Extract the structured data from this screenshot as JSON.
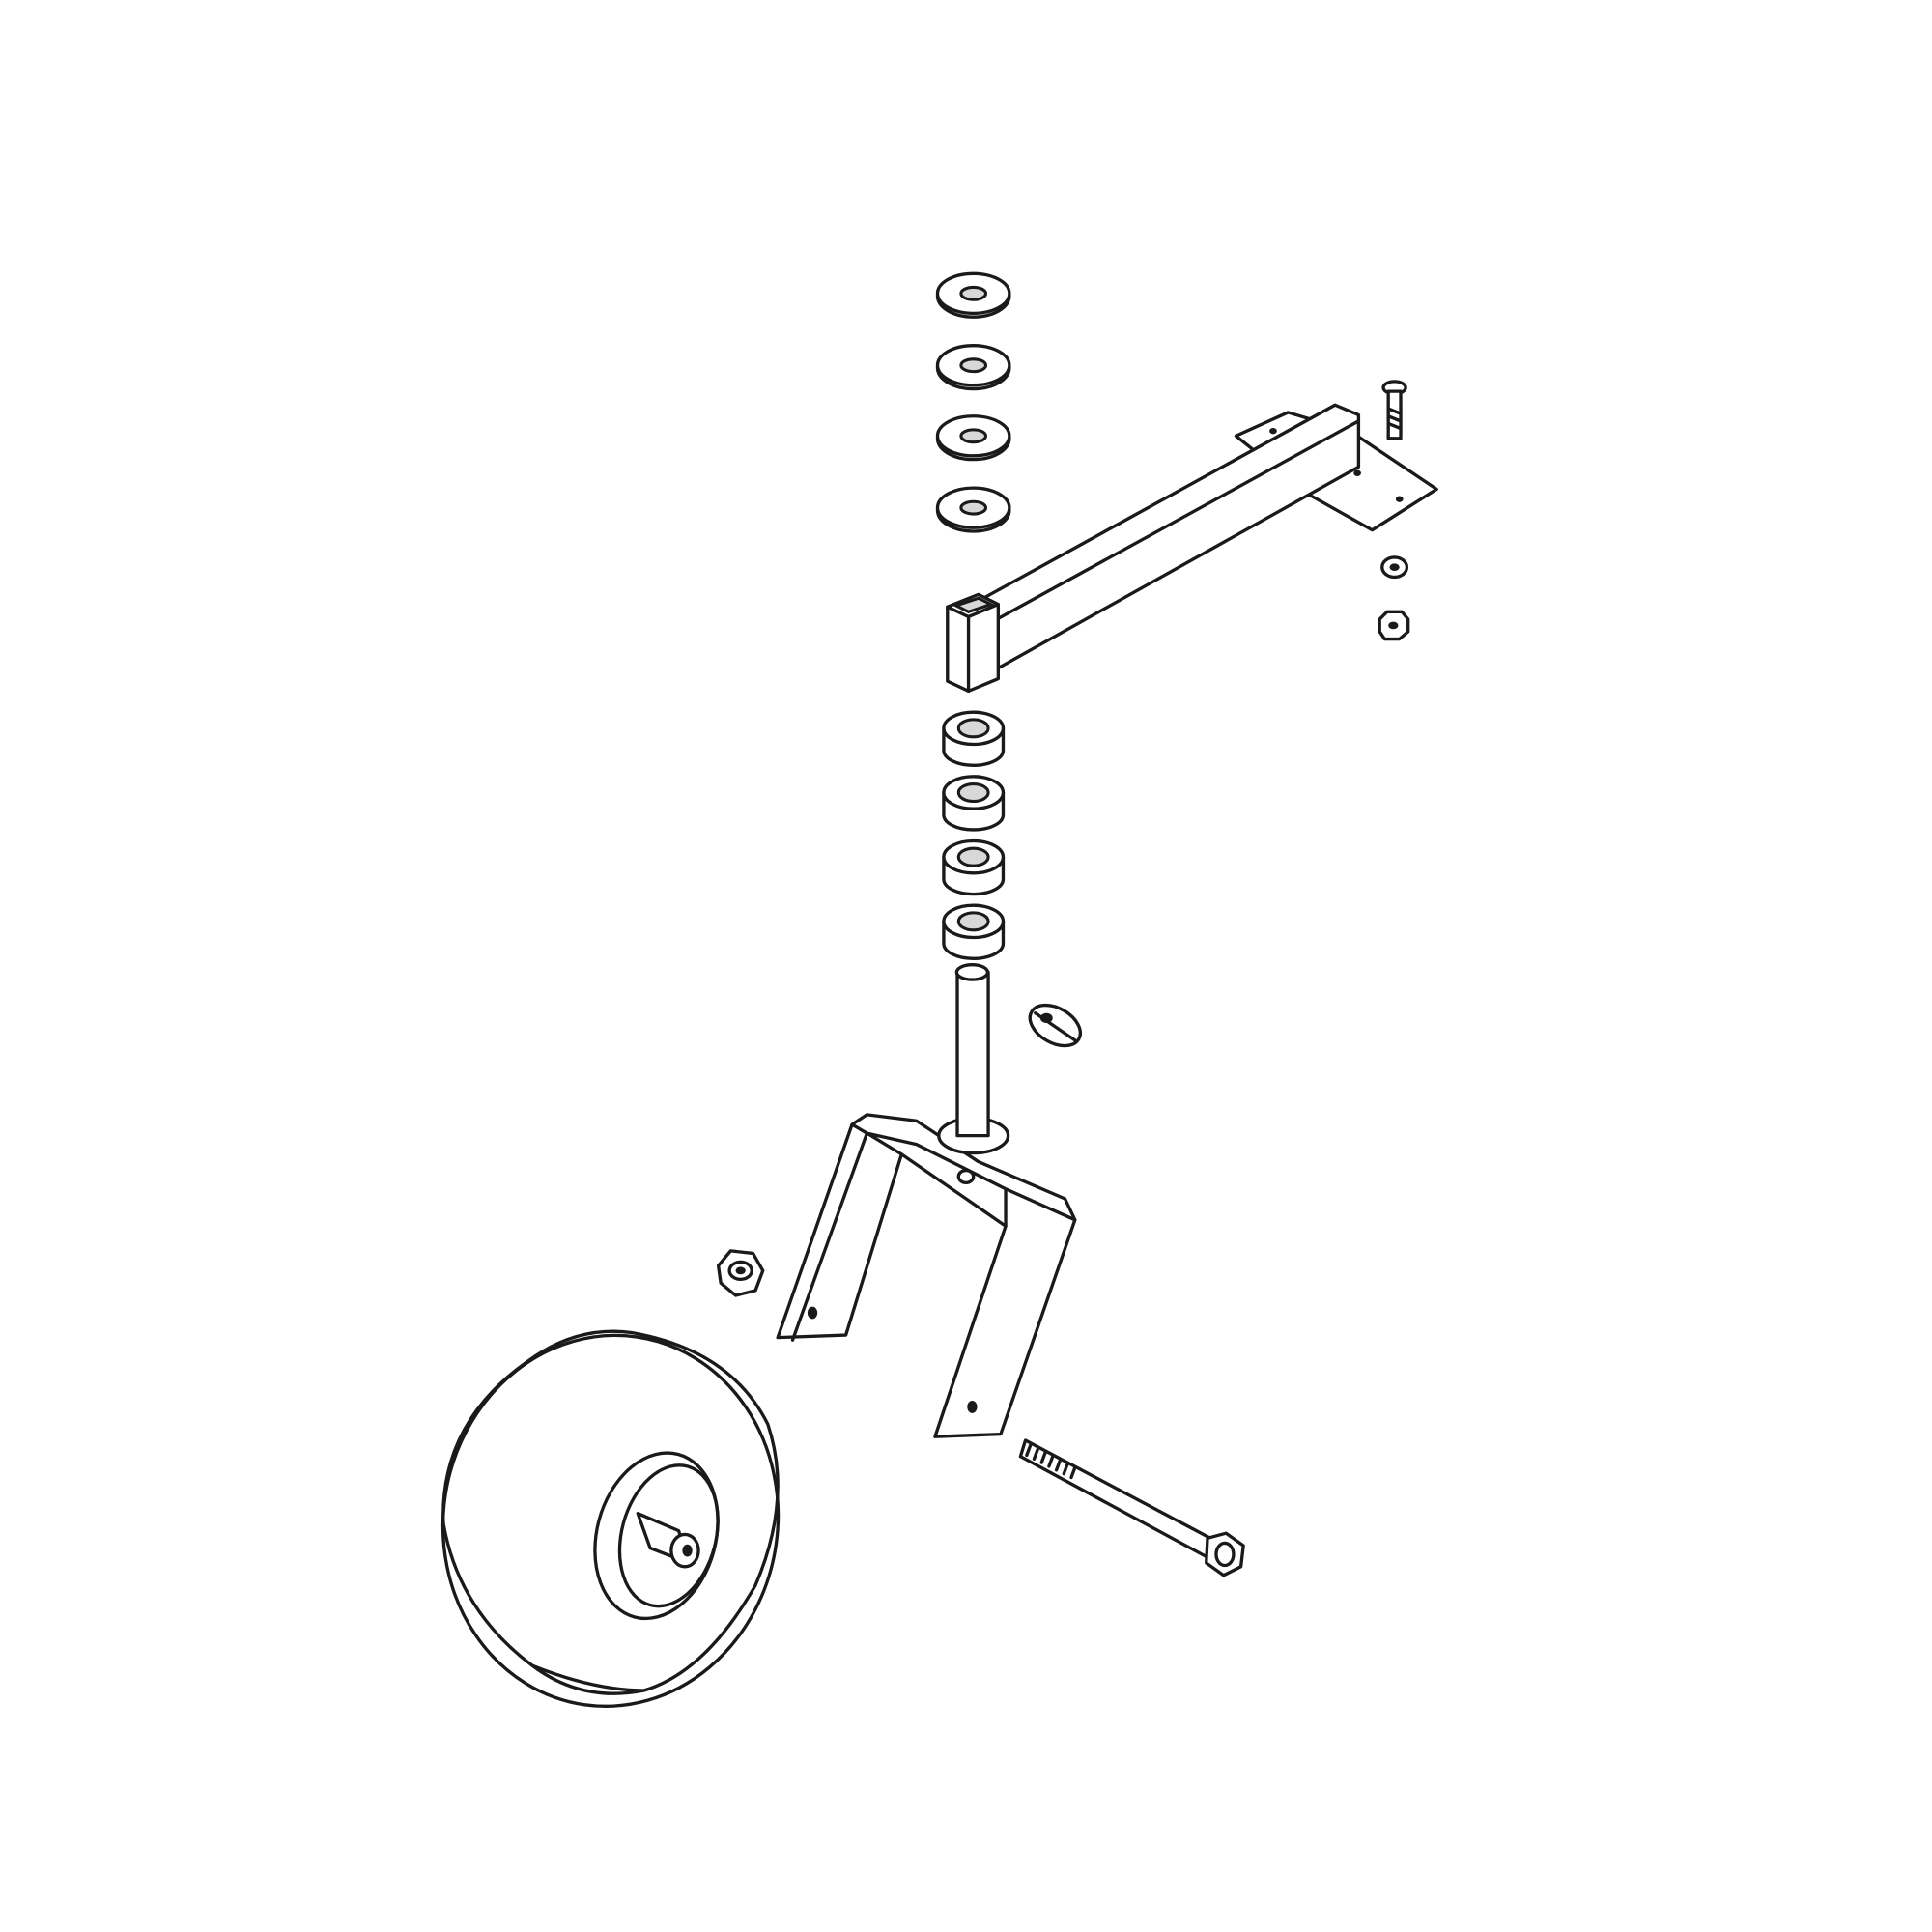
{
  "diagram": {
    "type": "exploded-parts-view",
    "colors": {
      "line": "#1a1a1a",
      "background": "#ffffff"
    },
    "parts": [
      {
        "name": "flat-washer",
        "count": 4
      },
      {
        "name": "caster-arm",
        "count": 1
      },
      {
        "name": "carriage-bolt",
        "count": 1
      },
      {
        "name": "lock-nut-small",
        "count": 2
      },
      {
        "name": "spacer-bushing",
        "count": 4
      },
      {
        "name": "caster-yoke-with-spindle",
        "count": 1
      },
      {
        "name": "hairpin-clip",
        "count": 1
      },
      {
        "name": "hex-lock-nut",
        "count": 1
      },
      {
        "name": "wheel",
        "count": 1
      },
      {
        "name": "axle-bolt",
        "count": 1
      }
    ]
  }
}
